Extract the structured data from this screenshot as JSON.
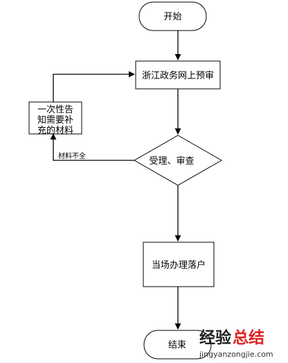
{
  "nodes": {
    "start": "开始",
    "online_review": "浙江政务网上预审",
    "accept_review": "受理、审查",
    "handle": "当场办理落户",
    "end": "结束",
    "notify": [
      "一次性告",
      "知需要补",
      "充的材料"
    ]
  },
  "edges": {
    "incomplete_label": "材料不全"
  },
  "watermark": {
    "part1": "经验",
    "part2": "总结",
    "url": "jingyanzongjie.com",
    "colors": {
      "part1": "#222222",
      "part2": "#e02020"
    }
  }
}
